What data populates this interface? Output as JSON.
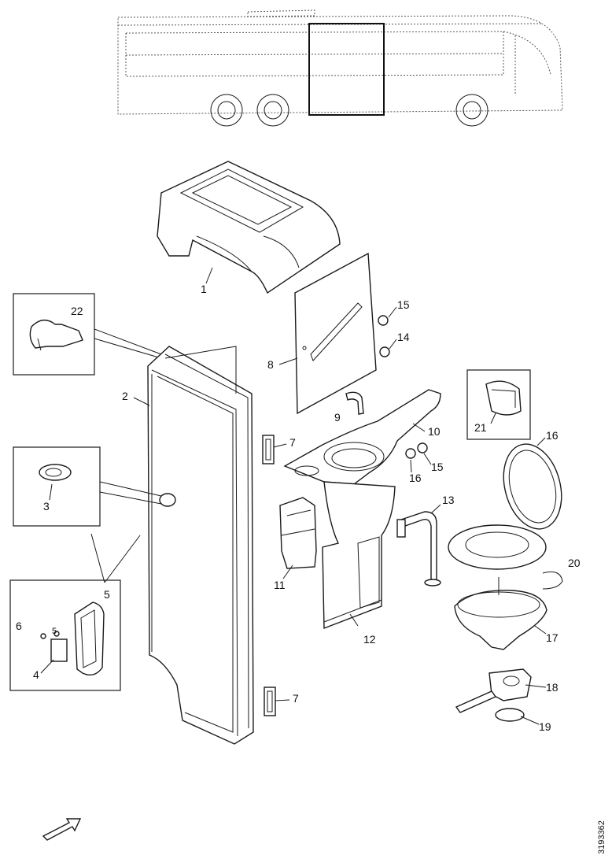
{
  "labels": {
    "p1": "1",
    "p2": "2",
    "p3": "3",
    "p4": "4",
    "p5": "5",
    "p6": "6",
    "p7a": "7",
    "p7b": "7",
    "p8": "8",
    "p9": "9",
    "p10": "10",
    "p11": "11",
    "p12": "12",
    "p13": "13",
    "p14": "14",
    "p15a": "15",
    "p15b": "15",
    "p16a": "16",
    "p16b": "16",
    "p17": "17",
    "p18": "18",
    "p19": "19",
    "p20": "20",
    "p21": "21",
    "p22": "22"
  },
  "drawing_number": "3193362"
}
